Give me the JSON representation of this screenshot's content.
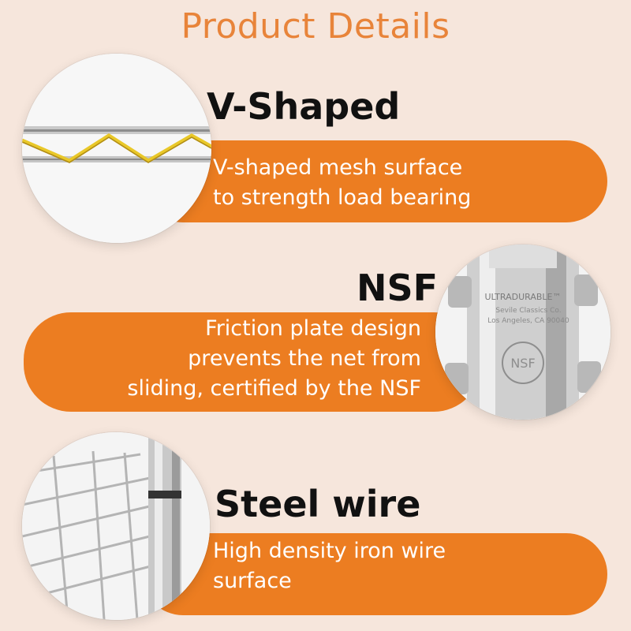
{
  "page": {
    "title": "Product Details",
    "colors": {
      "accent": "#ec7d21",
      "title": "#e8843a",
      "background": "#f6e6dc"
    }
  },
  "features": [
    {
      "heading": "V-Shaped",
      "lines": [
        "V-shaped mesh surface",
        "to strength load bearing"
      ],
      "image_icon": "v-mesh-closeup-icon"
    },
    {
      "heading": "NSF",
      "lines": [
        "Friction plate design",
        "prevents the net from",
        "sliding, certified by the NSF"
      ],
      "image_icon": "nsf-post-closeup-icon",
      "stamp": {
        "line1": "ULTRADURABLE™",
        "line2": "Sevile Classics Co.",
        "line3": "Los Angeles, CA 90040",
        "seal": "NSF"
      }
    },
    {
      "heading": "Steel wire",
      "lines": [
        "High density iron wire",
        "surface"
      ],
      "image_icon": "steel-wire-shelf-icon"
    }
  ]
}
